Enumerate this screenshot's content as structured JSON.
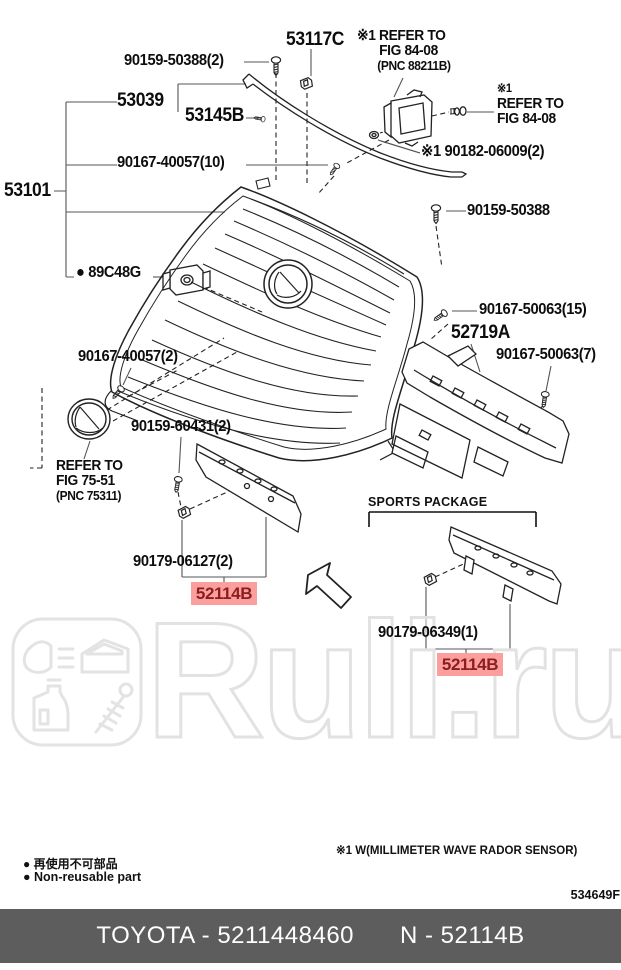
{
  "diagram": {
    "parts": {
      "p90159_50388_2": "90159-50388(2)",
      "p53117c": "53117C",
      "p53039": "53039",
      "p53145b": "53145B",
      "p90167_40057_10": "90167-40057(10)",
      "p53101": "53101",
      "p90182_06009_2": "※1 90182-06009(2)",
      "p90159_50388": "90159-50388",
      "p89c48g": "● 89C48G",
      "p90167_50063_15": "90167-50063(15)",
      "p52719a": "52719A",
      "p90167_50063_7": "90167-50063(7)",
      "p90167_40057_2": "90167-40057(2)",
      "p90159_60431_2": "90159-60431(2)",
      "p90179_06127_2": "90179-06127(2)",
      "p90179_06349_1": "90179-06349(1)"
    },
    "refer_top": {
      "line1": "※1 REFER TO",
      "line2": "FIG 84-08",
      "line3": "(PNC 88211B)"
    },
    "refer_right": {
      "line1": "※1",
      "line2": "REFER TO",
      "line3": "FIG 84-08"
    },
    "refer_emblem": {
      "line1": "REFER TO",
      "line2": "FIG 75-51",
      "line3": "(PNC 75311)"
    },
    "sports_package_label": "SPORTS PACKAGE",
    "highlight": {
      "part_number": "52114B",
      "bg_color": "#fb9e9e",
      "text_color": "#8c1d1d"
    }
  },
  "footnotes": {
    "sensor_note": "※1 W(MILLIMETER WAVE RADOR SENSOR)",
    "non_reusable_jp": "● 再使用不可部品",
    "non_reusable_en": "● Non-reusable part"
  },
  "doc_number": "534649F",
  "watermark_text": "Ruli.ru",
  "footer": {
    "left_text": "TOYOTA - 5211448460",
    "right_text": "N - 52114B",
    "bg_color": "#5d5d5d"
  }
}
